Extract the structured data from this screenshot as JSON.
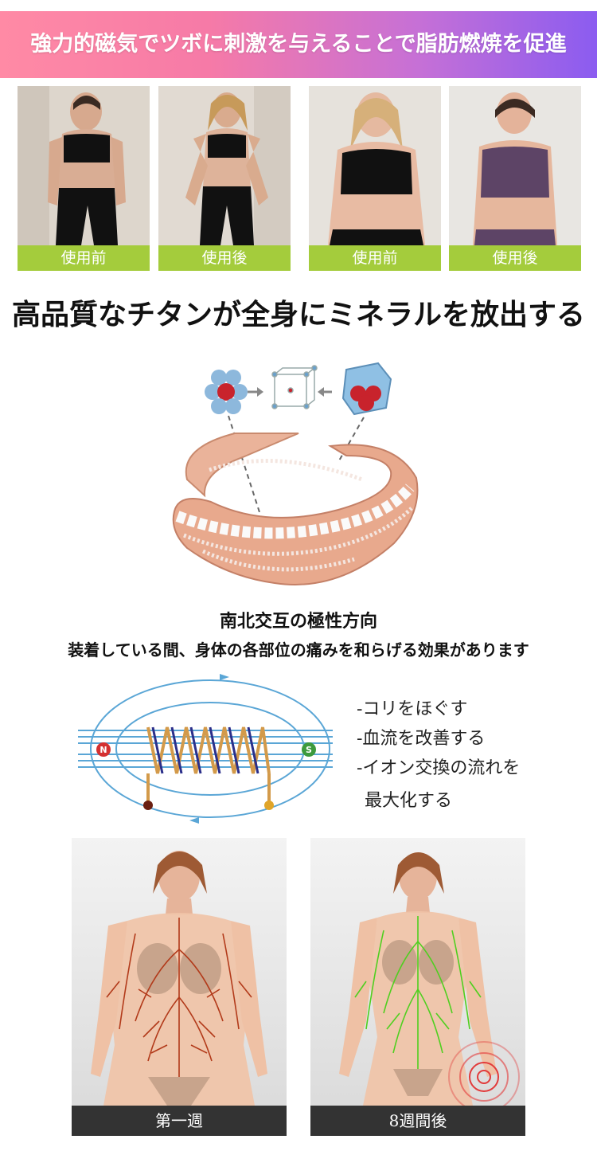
{
  "banner": {
    "text": "強力的磁気でツボに刺激を与えることで脂肪燃焼を促進"
  },
  "comparison_photos": [
    {
      "label": "使用前"
    },
    {
      "label": "使用後"
    },
    {
      "label": "使用前"
    },
    {
      "label": "使用後"
    }
  ],
  "titanium": {
    "heading": "高品質なチタンが全身にミネラルを放出する"
  },
  "polarity": {
    "title": "南北交互の極性方向",
    "subtitle": "装着している間、身体の各部位の痛みを和らげる効果があります",
    "pole_n": "N",
    "pole_s": "S",
    "benefits": [
      "-コリをほぐす",
      "-血流を改善する",
      "-イオン交換の流れを",
      "最大化する"
    ]
  },
  "body_compare": [
    {
      "label": "第一週"
    },
    {
      "label": "8週間後"
    }
  ],
  "colors": {
    "banner_start": "#ff8aa5",
    "banner_end": "#8b5cf0",
    "label_green": "#a4cc3c",
    "vessel_red": "#b23a1a",
    "vessel_green": "#4fcf1f",
    "ring_rose_gold": "#e8a98d"
  }
}
